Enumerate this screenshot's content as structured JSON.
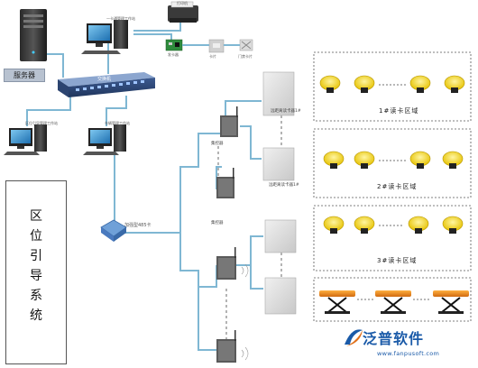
{
  "diagram": {
    "server_label": "服务器",
    "switch_label": "交换机",
    "top_workstation_label": "一卡通管理工作站",
    "printer_label": "打印机",
    "card_reader_label": "发卡器",
    "card_label_1": "卡片",
    "card_label_2": "门禁卡片",
    "workstation_label_left": "区位引导管理工作站",
    "workstation_label_right": "车辆管理工作站",
    "converter_label": "加强型485卡",
    "controller_label_1": "集控器",
    "controller_label_2": "集控器",
    "reader_label_1": "远距离读卡器1#",
    "reader_label_2": "远距离读卡器1#",
    "zones": [
      {
        "label": "1#读卡区域"
      },
      {
        "label": "2#读卡区域"
      },
      {
        "label": "3#读卡区域"
      }
    ],
    "side_title": [
      "区",
      "位",
      "引",
      "导",
      "系",
      "统"
    ],
    "brand_name": "泛普软件",
    "brand_url": "www.fanpusoft.com"
  }
}
